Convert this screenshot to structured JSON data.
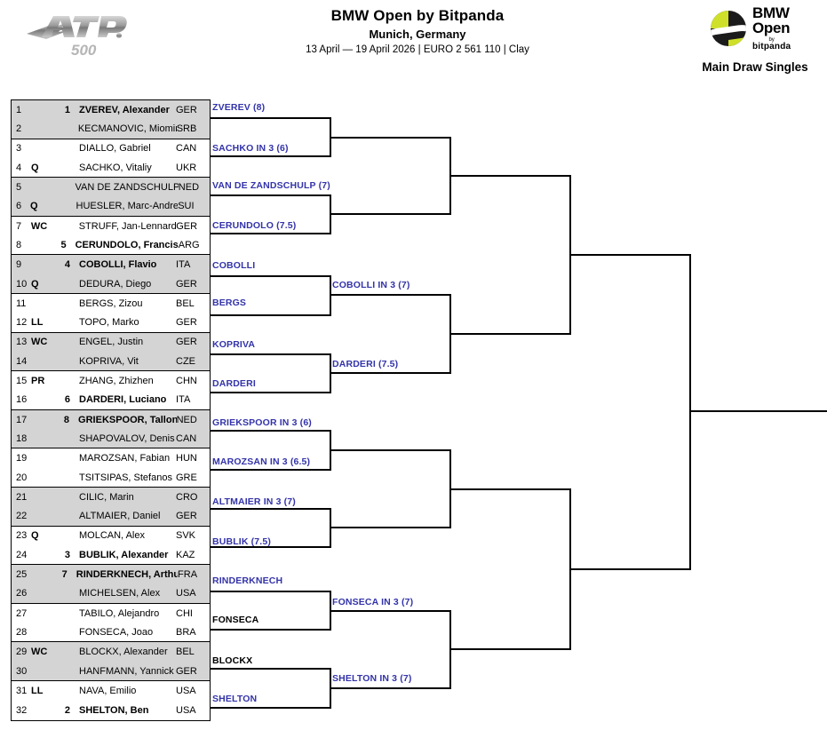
{
  "header": {
    "atp_logo_text": "ATP",
    "atp_logo_sub": "500",
    "tournament_name": "BMW Open by Bitpanda",
    "city": "Munich, Germany",
    "meta": "13 April — 19 April 2026 | EURO 2 561 110 | Clay",
    "bmw_line1": "BMW",
    "bmw_line2": "Open",
    "bmw_by": "by",
    "bmw_sponsor": "bitpanda",
    "draw_type": "Main Draw Singles"
  },
  "draw": {
    "rows": [
      {
        "num": "1",
        "entry": "",
        "seed": "1",
        "name": "ZVEREV, Alexander",
        "country": "GER",
        "bold": true,
        "shade": true,
        "groupend": false
      },
      {
        "num": "2",
        "entry": "",
        "seed": "",
        "name": "KECMANOVIC, Miomir",
        "country": "SRB",
        "bold": false,
        "shade": true,
        "groupend": true
      },
      {
        "num": "3",
        "entry": "",
        "seed": "",
        "name": "DIALLO, Gabriel",
        "country": "CAN",
        "bold": false,
        "shade": false,
        "groupend": false
      },
      {
        "num": "4",
        "entry": "Q",
        "seed": "",
        "name": "SACHKO, Vitaliy",
        "country": "UKR",
        "bold": false,
        "shade": false,
        "groupend": true
      },
      {
        "num": "5",
        "entry": "",
        "seed": "",
        "name": "VAN DE ZANDSCHULP...",
        "country": "NED",
        "bold": false,
        "shade": true,
        "groupend": false
      },
      {
        "num": "6",
        "entry": "Q",
        "seed": "",
        "name": "HUESLER, Marc-Andrea",
        "country": "SUI",
        "bold": false,
        "shade": true,
        "groupend": true
      },
      {
        "num": "7",
        "entry": "WC",
        "seed": "",
        "name": "STRUFF, Jan-Lennard",
        "country": "GER",
        "bold": false,
        "shade": false,
        "groupend": false
      },
      {
        "num": "8",
        "entry": "",
        "seed": "5",
        "name": "CERUNDOLO, Francis...",
        "country": "ARG",
        "bold": true,
        "shade": false,
        "groupend": true
      },
      {
        "num": "9",
        "entry": "",
        "seed": "4",
        "name": "COBOLLI, Flavio",
        "country": "ITA",
        "bold": true,
        "shade": true,
        "groupend": false
      },
      {
        "num": "10",
        "entry": "Q",
        "seed": "",
        "name": "DEDURA, Diego",
        "country": "GER",
        "bold": false,
        "shade": true,
        "groupend": true
      },
      {
        "num": "11",
        "entry": "",
        "seed": "",
        "name": "BERGS, Zizou",
        "country": "BEL",
        "bold": false,
        "shade": false,
        "groupend": false
      },
      {
        "num": "12",
        "entry": "LL",
        "seed": "",
        "name": "TOPO, Marko",
        "country": "GER",
        "bold": false,
        "shade": false,
        "groupend": true
      },
      {
        "num": "13",
        "entry": "WC",
        "seed": "",
        "name": "ENGEL, Justin",
        "country": "GER",
        "bold": false,
        "shade": true,
        "groupend": false
      },
      {
        "num": "14",
        "entry": "",
        "seed": "",
        "name": "KOPRIVA, Vit",
        "country": "CZE",
        "bold": false,
        "shade": true,
        "groupend": true
      },
      {
        "num": "15",
        "entry": "PR",
        "seed": "",
        "name": "ZHANG, Zhizhen",
        "country": "CHN",
        "bold": false,
        "shade": false,
        "groupend": false
      },
      {
        "num": "16",
        "entry": "",
        "seed": "6",
        "name": "DARDERI, Luciano",
        "country": "ITA",
        "bold": true,
        "shade": false,
        "groupend": true
      },
      {
        "num": "17",
        "entry": "",
        "seed": "8",
        "name": "GRIEKSPOOR, Tallon",
        "country": "NED",
        "bold": true,
        "shade": true,
        "groupend": false
      },
      {
        "num": "18",
        "entry": "",
        "seed": "",
        "name": "SHAPOVALOV, Denis",
        "country": "CAN",
        "bold": false,
        "shade": true,
        "groupend": true
      },
      {
        "num": "19",
        "entry": "",
        "seed": "",
        "name": "MAROZSAN, Fabian",
        "country": "HUN",
        "bold": false,
        "shade": false,
        "groupend": false
      },
      {
        "num": "20",
        "entry": "",
        "seed": "",
        "name": "TSITSIPAS, Stefanos",
        "country": "GRE",
        "bold": false,
        "shade": false,
        "groupend": true
      },
      {
        "num": "21",
        "entry": "",
        "seed": "",
        "name": "CILIC, Marin",
        "country": "CRO",
        "bold": false,
        "shade": true,
        "groupend": false
      },
      {
        "num": "22",
        "entry": "",
        "seed": "",
        "name": "ALTMAIER, Daniel",
        "country": "GER",
        "bold": false,
        "shade": true,
        "groupend": true
      },
      {
        "num": "23",
        "entry": "Q",
        "seed": "",
        "name": "MOLCAN, Alex",
        "country": "SVK",
        "bold": false,
        "shade": false,
        "groupend": false
      },
      {
        "num": "24",
        "entry": "",
        "seed": "3",
        "name": "BUBLIK, Alexander",
        "country": "KAZ",
        "bold": true,
        "shade": false,
        "groupend": true
      },
      {
        "num": "25",
        "entry": "",
        "seed": "7",
        "name": "RINDERKNECH, Arthur",
        "country": "FRA",
        "bold": true,
        "shade": true,
        "groupend": false
      },
      {
        "num": "26",
        "entry": "",
        "seed": "",
        "name": "MICHELSEN, Alex",
        "country": "USA",
        "bold": false,
        "shade": true,
        "groupend": true
      },
      {
        "num": "27",
        "entry": "",
        "seed": "",
        "name": "TABILO, Alejandro",
        "country": "CHI",
        "bold": false,
        "shade": false,
        "groupend": false
      },
      {
        "num": "28",
        "entry": "",
        "seed": "",
        "name": "FONSECA, Joao",
        "country": "BRA",
        "bold": false,
        "shade": false,
        "groupend": true
      },
      {
        "num": "29",
        "entry": "WC",
        "seed": "",
        "name": "BLOCKX, Alexander",
        "country": "BEL",
        "bold": false,
        "shade": true,
        "groupend": false
      },
      {
        "num": "30",
        "entry": "",
        "seed": "",
        "name": "HANFMANN, Yannick",
        "country": "GER",
        "bold": false,
        "shade": true,
        "groupend": true
      },
      {
        "num": "31",
        "entry": "LL",
        "seed": "",
        "name": "NAVA, Emilio",
        "country": "USA",
        "bold": false,
        "shade": false,
        "groupend": false
      },
      {
        "num": "32",
        "entry": "",
        "seed": "2",
        "name": "SHELTON, Ben",
        "country": "USA",
        "bold": true,
        "shade": false,
        "groupend": false
      }
    ]
  },
  "picks": {
    "round2": [
      {
        "label": "ZVEREV  (8)",
        "black": false
      },
      {
        "label": "SACHKO IN 3  (6)",
        "black": false
      },
      {
        "label": "VAN DE ZANDSCHULP  (7)",
        "black": false
      },
      {
        "label": "CERUNDOLO  (7.5)",
        "black": false
      },
      {
        "label": "COBOLLI",
        "black": false
      },
      {
        "label": "BERGS",
        "black": false
      },
      {
        "label": "KOPRIVA",
        "black": false
      },
      {
        "label": "DARDERI",
        "black": false
      },
      {
        "label": "GRIEKSPOOR IN 3  (6)",
        "black": false
      },
      {
        "label": "MAROZSAN IN 3  (6.5)",
        "black": false
      },
      {
        "label": "ALTMAIER IN 3  (7)",
        "black": false
      },
      {
        "label": "BUBLIK  (7.5)",
        "black": false
      },
      {
        "label": "RINDERKNECH",
        "black": false
      },
      {
        "label": "FONSECA",
        "black": true
      },
      {
        "label": "BLOCKX",
        "black": true
      },
      {
        "label": "SHELTON",
        "black": false
      }
    ],
    "round3": [
      {
        "label": "COBOLLI IN 3  (7)",
        "black": false
      },
      {
        "label": "DARDERI  (7.5)",
        "black": false
      },
      {
        "label": "FONSECA IN 3  (7)",
        "black": false
      },
      {
        "label": "SHELTON IN 3  (7)",
        "black": false
      }
    ]
  },
  "colors": {
    "pick_blue": "#3333aa",
    "row_shade": "#d4d4d4",
    "line": "#000000"
  }
}
